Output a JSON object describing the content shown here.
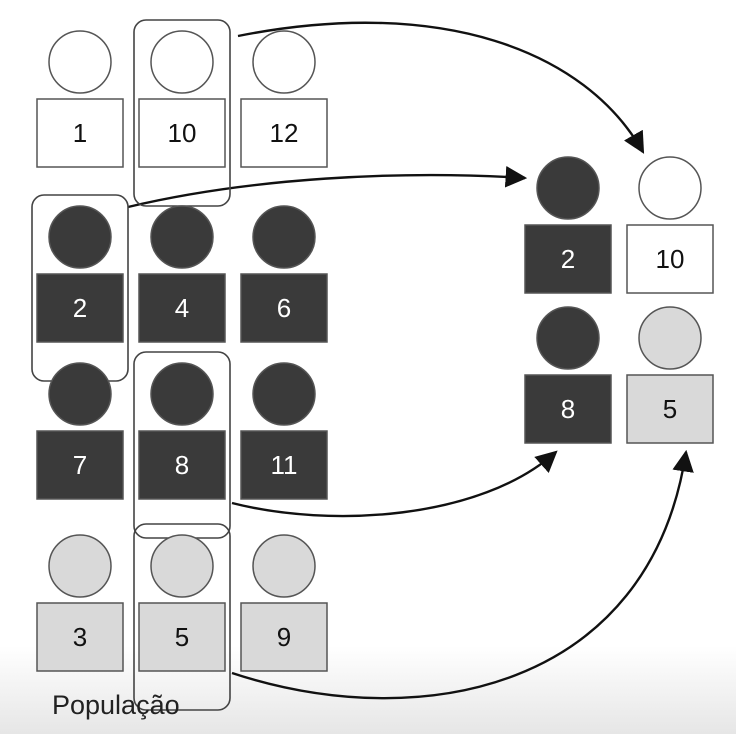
{
  "caption": "População",
  "colors": {
    "white_group": "#ffffff",
    "dark_group": "#3a3a3a",
    "light_group": "#d9d9d9",
    "outline": "#555555",
    "dark_label": "#ffffff",
    "light_label": "#111111"
  },
  "population": [
    {
      "label": "1",
      "group": "white"
    },
    {
      "label": "10",
      "group": "white",
      "selected": true
    },
    {
      "label": "12",
      "group": "white"
    },
    {
      "label": "2",
      "group": "dark",
      "selected": true
    },
    {
      "label": "4",
      "group": "dark"
    },
    {
      "label": "6",
      "group": "dark"
    },
    {
      "label": "7",
      "group": "dark"
    },
    {
      "label": "8",
      "group": "dark",
      "selected": true
    },
    {
      "label": "11",
      "group": "dark"
    },
    {
      "label": "3",
      "group": "light"
    },
    {
      "label": "5",
      "group": "light",
      "selected": true
    },
    {
      "label": "9",
      "group": "light"
    }
  ],
  "sample": [
    {
      "label": "2",
      "group": "dark"
    },
    {
      "label": "10",
      "group": "white"
    },
    {
      "label": "8",
      "group": "dark"
    },
    {
      "label": "5",
      "group": "light"
    }
  ]
}
